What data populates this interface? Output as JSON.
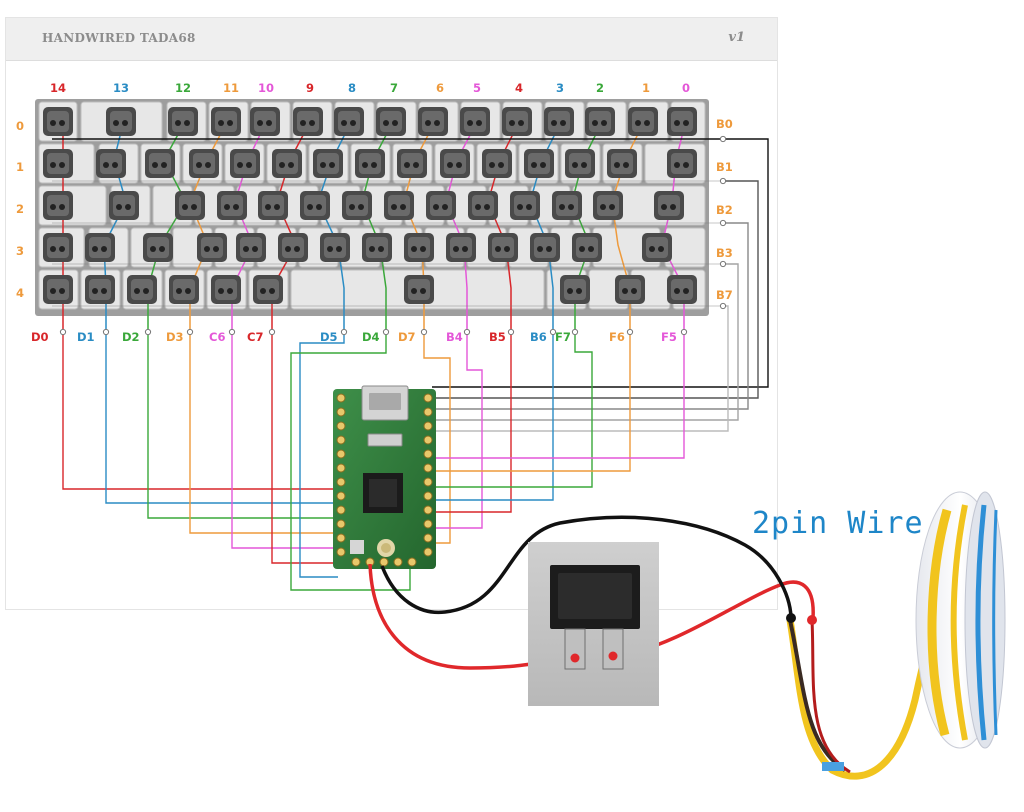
{
  "header": {
    "title": "HANDWIRED TADA68",
    "version": "v1"
  },
  "columns": [
    {
      "label": "14",
      "color": "#d8262a"
    },
    {
      "label": "13",
      "color": "#2a8cc4"
    },
    {
      "label": "12",
      "color": "#3aa83a"
    },
    {
      "label": "11",
      "color": "#ee9a3c"
    },
    {
      "label": "10",
      "color": "#e457d8"
    },
    {
      "label": "9",
      "color": "#d8262a"
    },
    {
      "label": "8",
      "color": "#2a8cc4"
    },
    {
      "label": "7",
      "color": "#3aa83a"
    },
    {
      "label": "6",
      "color": "#ee9a3c"
    },
    {
      "label": "5",
      "color": "#e457d8"
    },
    {
      "label": "4",
      "color": "#d8262a"
    },
    {
      "label": "3",
      "color": "#2a8cc4"
    },
    {
      "label": "2",
      "color": "#3aa83a"
    },
    {
      "label": "1",
      "color": "#ee9a3c"
    },
    {
      "label": "0",
      "color": "#e457d8"
    }
  ],
  "rows": [
    "0",
    "1",
    "2",
    "3",
    "4"
  ],
  "row_pins": [
    "B0",
    "B1",
    "B2",
    "B3",
    "B7"
  ],
  "column_pins": [
    {
      "label": "D0",
      "color": "#d8262a"
    },
    {
      "label": "D1",
      "color": "#2a8cc4"
    },
    {
      "label": "D2",
      "color": "#3aa83a"
    },
    {
      "label": "D3",
      "color": "#ee9a3c"
    },
    {
      "label": "C6",
      "color": "#e457d8"
    },
    {
      "label": "C7",
      "color": "#d8262a"
    },
    {
      "label": "D5",
      "color": "#2a8cc4"
    },
    {
      "label": "D4",
      "color": "#3aa83a"
    },
    {
      "label": "D7",
      "color": "#ee9a3c"
    },
    {
      "label": "B4",
      "color": "#e457d8"
    },
    {
      "label": "B5",
      "color": "#d8262a"
    },
    {
      "label": "B6",
      "color": "#2a8cc4"
    },
    {
      "label": "F7",
      "color": "#3aa83a"
    },
    {
      "label": "F6",
      "color": "#ee9a3c"
    },
    {
      "label": "F5",
      "color": "#e457d8"
    }
  ],
  "colors": {
    "label_orange": "#ee9a3c",
    "row_wire": "#222222",
    "board_green": "#2f7a3a",
    "power_red": "#e0282b",
    "power_black": "#111111",
    "led_yellow": "#f1c41e"
  },
  "components": {
    "microcontroller": "teensy-2.0-board",
    "switch": "rocker-power-switch",
    "led": "led-strip-reel"
  },
  "annotation": {
    "wire_label": "2pin Wire"
  }
}
